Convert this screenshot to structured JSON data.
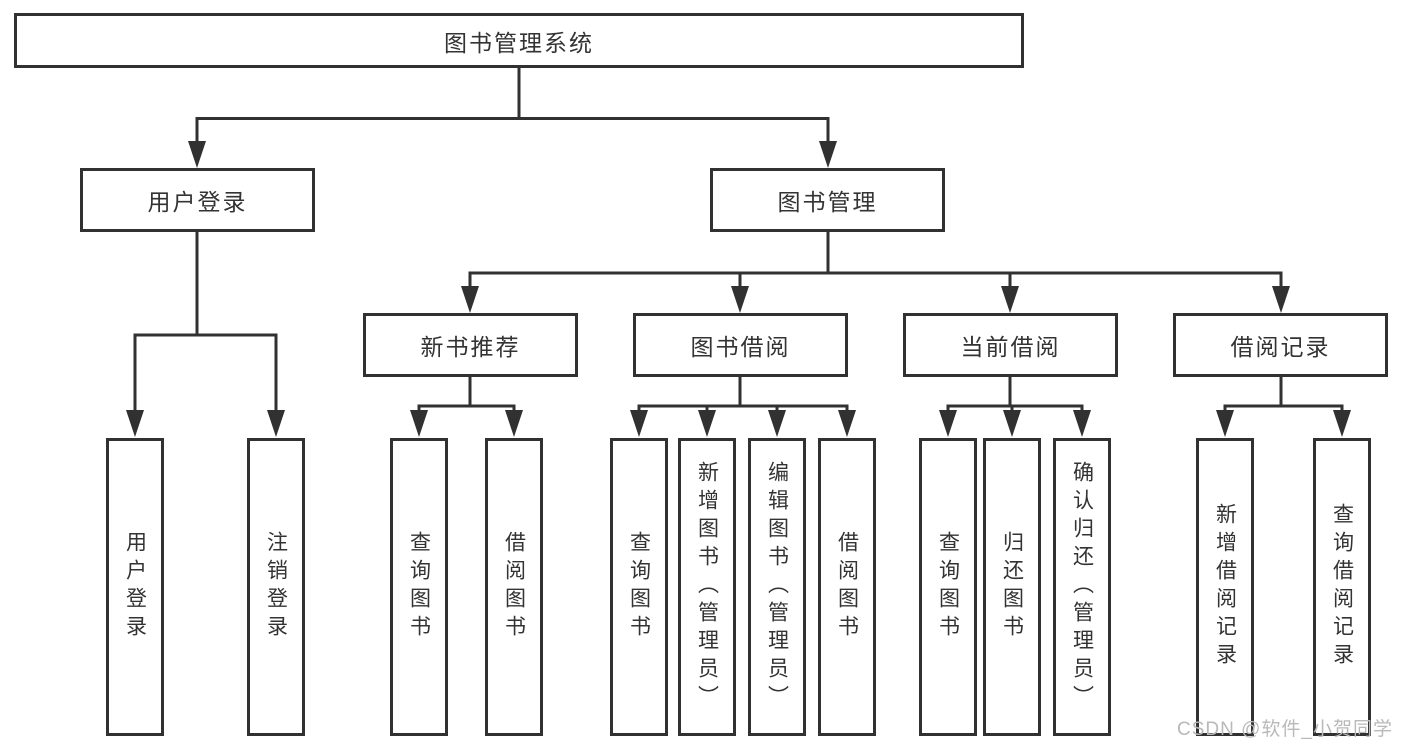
{
  "diagram": {
    "tree": {
      "root": "图书管理系统",
      "branches": [
        {
          "label": "用户登录",
          "leaves": [
            "用户登录",
            "注销登录"
          ]
        },
        {
          "label": "图书管理",
          "groups": [
            {
              "label": "新书推荐",
              "leaves": [
                "查询图书",
                "借阅图书"
              ]
            },
            {
              "label": "图书借阅",
              "leaves": [
                "查询图书",
                "新增图书（管理员）",
                "编辑图书（管理员）",
                "借阅图书"
              ]
            },
            {
              "label": "当前借阅",
              "leaves": [
                "查询图书",
                "归还图书",
                "确认归还（管理员）"
              ]
            },
            {
              "label": "借阅记录",
              "leaves": [
                "新增借阅记录",
                "查询借阅记录"
              ]
            }
          ]
        }
      ]
    },
    "colors": {
      "line": "#313131",
      "text": "#333333",
      "box_background": "#ffffff",
      "watermark": "#b9b9b9"
    }
  },
  "watermark": {
    "text": "CSDN @软件_小贺同学"
  }
}
